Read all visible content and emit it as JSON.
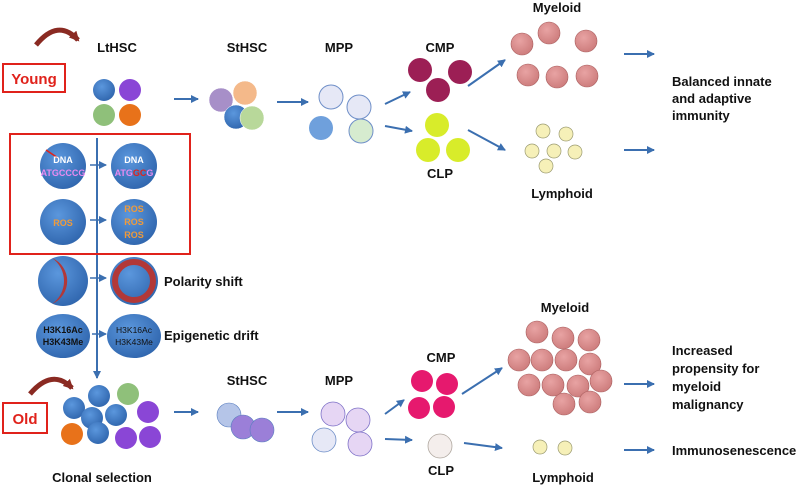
{
  "labels": {
    "young": "Young",
    "old": "Old",
    "lthsc": "LtHSC",
    "sthsc_top": "StHSC",
    "mpp_top": "MPP",
    "cmp_top": "CMP",
    "clp_top": "CLP",
    "myeloid_top": "Myeloid",
    "lymphoid_top": "Lymphoid",
    "sthsc_bottom": "StHSC",
    "mpp_bottom": "MPP",
    "cmp_bottom": "CMP",
    "clp_bottom": "CLP",
    "myeloid_bottom": "Myeloid",
    "lymphoid_bottom": "Lymphoid",
    "clonal_selection": "Clonal selection",
    "polarity_shift": "Polarity shift",
    "epigenetic_drift": "Epigenetic drift"
  },
  "outcomes": {
    "young_line1": "Balanced innate",
    "young_line2": "and adaptive",
    "young_line3": "immunity",
    "old_myeloid_line1": "Increased",
    "old_myeloid_line2": "propensity for",
    "old_myeloid_line3": "myeloid",
    "old_myeloid_line4": "malignancy",
    "old_lymphoid": "Immunosenescence"
  },
  "cell_text": {
    "dna_left": "DNA",
    "dna_seq_left": "ATGCCCG",
    "dna_right": "DNA",
    "dna_seq_right_a": "ATG",
    "dna_seq_right_b": "GC",
    "dna_seq_right_c": "G",
    "ros_left": "ROS",
    "ros_right_1": "ROS",
    "ros_right_2": "ROS",
    "ros_right_3": "ROS",
    "histone_left_1": "H3K16Ac",
    "histone_left_2": "H3K43Me",
    "histone_right_1": "H3K16Ac",
    "histone_right_2": "H3K43Me"
  },
  "colors": {
    "arrow": "#3b6fb0",
    "tag_border": "#e0221b",
    "hsc_blue": "#3c78c8",
    "myeloid_pink": "#d98a8a",
    "cmp_young": "#9c1f55",
    "cmp_old": "#e6196e",
    "clp_young": "#d8ec2a",
    "lymphoid_young": "#f6f0b8",
    "sequence_text": "#e88af0",
    "sequence_mutation": "#e0221b",
    "ros_text": "#ef9a3a"
  }
}
